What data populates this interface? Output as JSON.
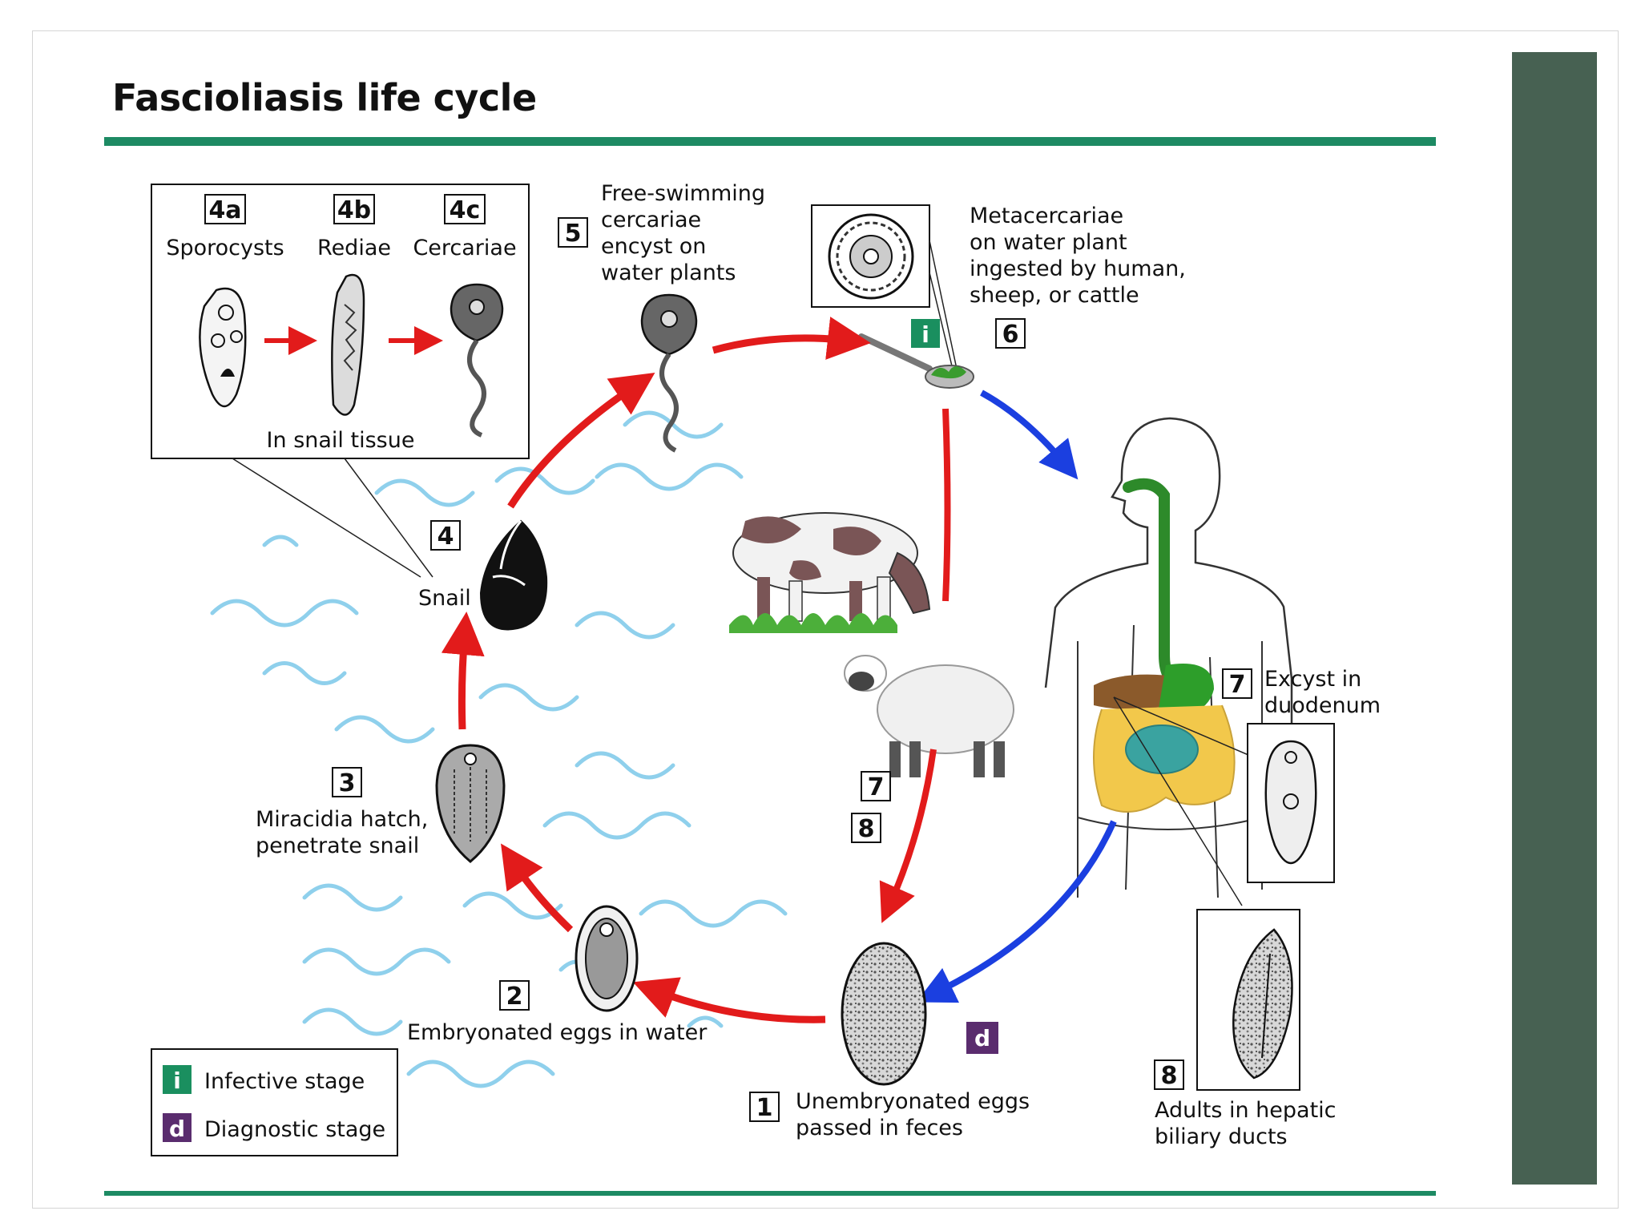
{
  "title": "Fascioliasis life cycle",
  "colors": {
    "rule": "#1d8a63",
    "sidebar": "#476152",
    "infective": "#1a8f5f",
    "diagnostic": "#5a2c6e",
    "red_arrow": "#e21b1b",
    "blue_arrow": "#1b3fe0",
    "water": "#8fd0ec"
  },
  "inset": {
    "stage_a": {
      "num": "4a",
      "label": "Sporocysts"
    },
    "stage_b": {
      "num": "4b",
      "label": "Rediae"
    },
    "stage_c": {
      "num": "4c",
      "label": "Cercariae"
    },
    "caption": "In snail tissue"
  },
  "stages": {
    "s1": {
      "num": "1",
      "line1": "Unembryonated eggs",
      "line2": "passed in feces"
    },
    "s2": {
      "num": "2",
      "line1": "Embryonated eggs in water"
    },
    "s3": {
      "num": "3",
      "line1": "Miracidia hatch,",
      "line2": "penetrate snail"
    },
    "s4": {
      "num": "4",
      "line1": "Snail"
    },
    "s5": {
      "num": "5",
      "line1": "Free-swimming",
      "line2": "cercariae",
      "line3": "encyst on",
      "line4": "water plants"
    },
    "s6": {
      "num": "6",
      "line1": "Metacercariae",
      "line2": "on water plant",
      "line3": "ingested by human,",
      "line4": "sheep, or cattle"
    },
    "s7": {
      "num": "7",
      "line1": "Excyst in",
      "line2": "duodenum"
    },
    "s7b": {
      "num": "7"
    },
    "s8": {
      "num": "8",
      "line1": "Adults in hepatic",
      "line2": "biliary ducts"
    },
    "s8b": {
      "num": "8"
    }
  },
  "badges": {
    "infective": "i",
    "diagnostic": "d"
  },
  "legend": {
    "infective": {
      "badge": "i",
      "label": "Infective stage"
    },
    "diagnostic": {
      "badge": "d",
      "label": "Diagnostic stage"
    }
  },
  "icons": [
    "sporocyst-icon",
    "redia-icon",
    "cercaria-icon",
    "snail-icon",
    "miracidium-icon",
    "embryonated-egg-icon",
    "unembryonated-egg-icon",
    "metacercaria-icon",
    "spoon-plant-icon",
    "cow-icon",
    "sheep-icon",
    "human-body-icon",
    "fluke-adult-icon"
  ]
}
